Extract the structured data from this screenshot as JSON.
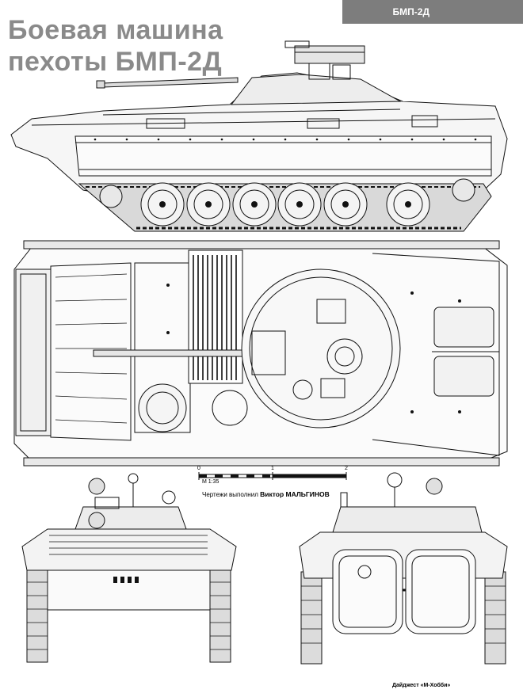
{
  "header_tag": "БМП-2Д",
  "title": {
    "line1": "Боевая машина",
    "line2": "пехоты БМП-2Д"
  },
  "scale": {
    "tick_0": "0",
    "tick_1": "1",
    "tick_2": "2",
    "ratio": "М 1:35"
  },
  "credit": {
    "prefix": "Чертежи выполнил",
    "author": "Виктор МАЛЬГИНОВ"
  },
  "footer": "Дайджест «М-Хобби»",
  "views": [
    "side-view",
    "top-view",
    "front-view",
    "rear-view"
  ]
}
